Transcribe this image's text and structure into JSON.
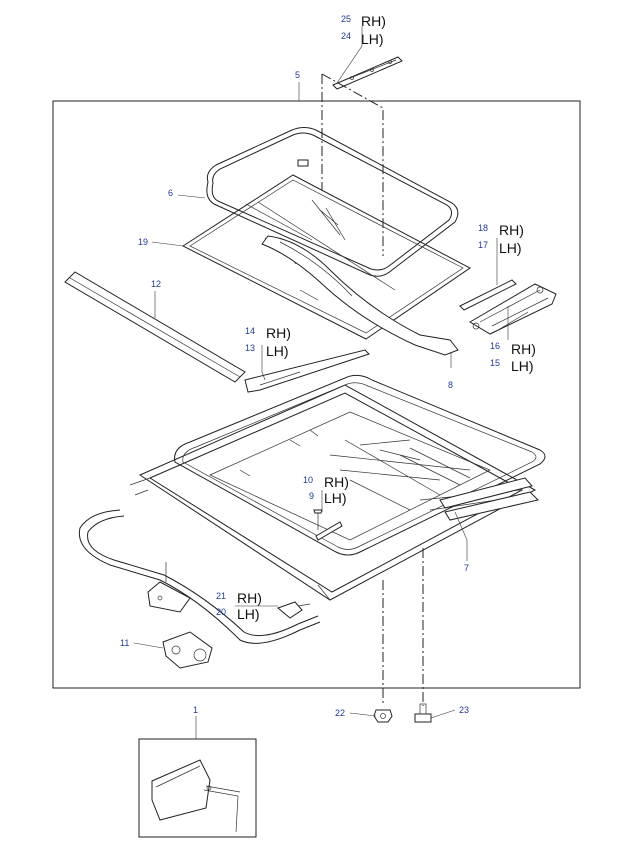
{
  "callouts": [
    {
      "id": "c25",
      "number": "25",
      "side": "RH)"
    },
    {
      "id": "c24",
      "number": "24",
      "side": "LH)"
    },
    {
      "id": "c5",
      "number": "5"
    },
    {
      "id": "c6",
      "number": "6"
    },
    {
      "id": "c19",
      "number": "19"
    },
    {
      "id": "c18",
      "number": "18",
      "side": "RH)"
    },
    {
      "id": "c17",
      "number": "17",
      "side": "LH)"
    },
    {
      "id": "c12",
      "number": "12"
    },
    {
      "id": "c14",
      "number": "14",
      "side": "RH)"
    },
    {
      "id": "c13",
      "number": "13",
      "side": "LH)"
    },
    {
      "id": "c16",
      "number": "16",
      "side": "RH)"
    },
    {
      "id": "c15",
      "number": "15",
      "side": "LH)"
    },
    {
      "id": "c8",
      "number": "8"
    },
    {
      "id": "c10",
      "number": "10",
      "side": "RH)"
    },
    {
      "id": "c9",
      "number": "9",
      "side": "LH)"
    },
    {
      "id": "c7",
      "number": "7"
    },
    {
      "id": "c21",
      "number": "21",
      "side": "RH)"
    },
    {
      "id": "c20",
      "number": "20",
      "side": "LH)"
    },
    {
      "id": "c11",
      "number": "11"
    },
    {
      "id": "c22",
      "number": "22"
    },
    {
      "id": "c23",
      "number": "23"
    },
    {
      "id": "c1",
      "number": "1"
    }
  ],
  "colors": {
    "callout_number": "#1f3a93",
    "line": "#222222",
    "side_label": "#111111"
  }
}
